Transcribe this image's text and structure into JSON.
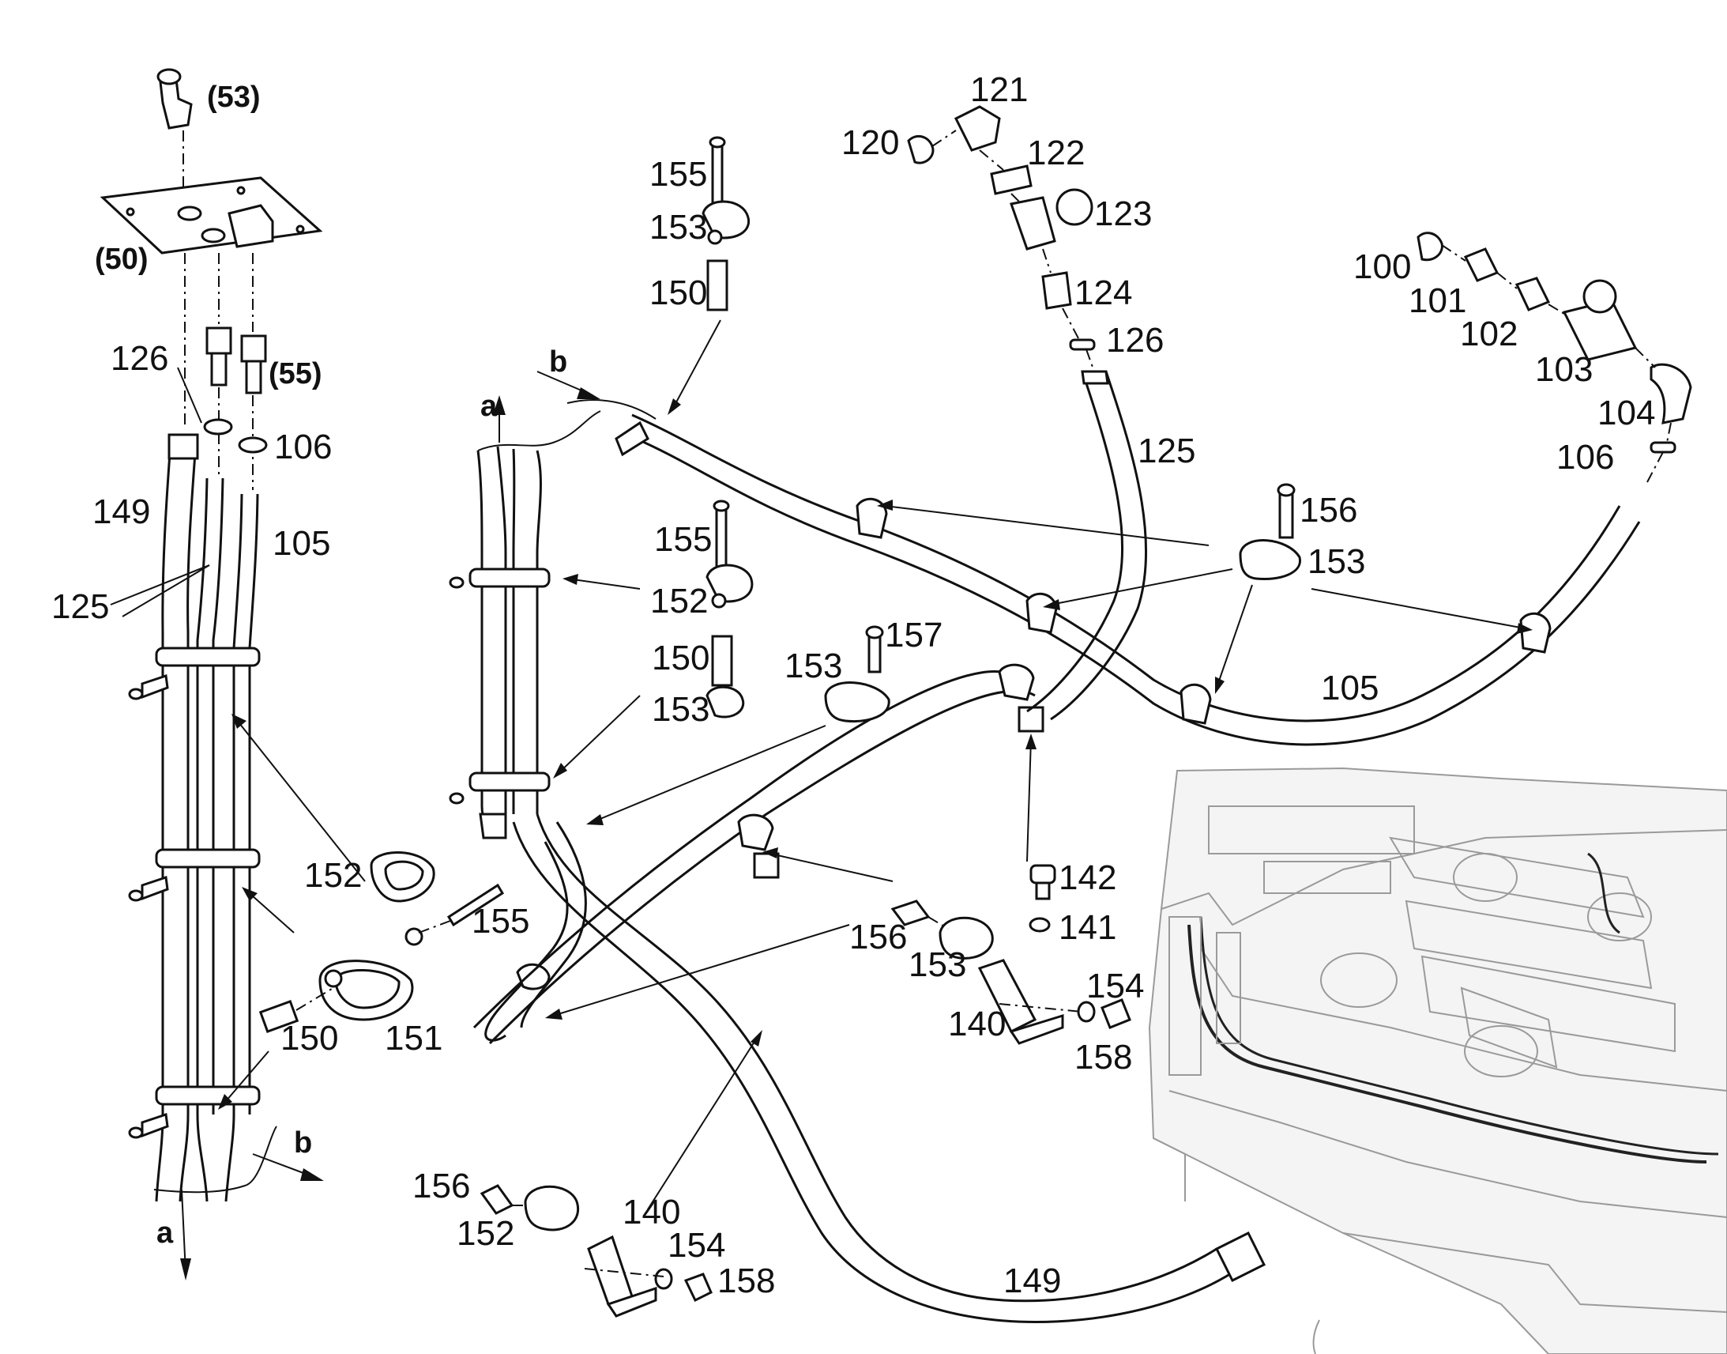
{
  "callouts": [
    {
      "id": "c53",
      "text": "(53)",
      "bold": true
    },
    {
      "id": "c50",
      "text": "(50)",
      "bold": true
    },
    {
      "id": "c55",
      "text": "(55)",
      "bold": true
    },
    {
      "id": "c126a",
      "text": "126"
    },
    {
      "id": "c106a",
      "text": "106"
    },
    {
      "id": "c149a",
      "text": "149"
    },
    {
      "id": "c105a",
      "text": "105"
    },
    {
      "id": "c125a",
      "text": "125"
    },
    {
      "id": "c152a",
      "text": "152"
    },
    {
      "id": "c155a",
      "text": "155"
    },
    {
      "id": "c150a",
      "text": "150"
    },
    {
      "id": "c151a",
      "text": "151"
    },
    {
      "id": "cba",
      "text": "b",
      "bold": true
    },
    {
      "id": "caa",
      "text": "a",
      "bold": true
    },
    {
      "id": "cbb",
      "text": "b",
      "bold": true
    },
    {
      "id": "cab",
      "text": "a",
      "bold": true
    },
    {
      "id": "c155b",
      "text": "155"
    },
    {
      "id": "c153b",
      "text": "153"
    },
    {
      "id": "c150b",
      "text": "150"
    },
    {
      "id": "c155c",
      "text": "155"
    },
    {
      "id": "c152c",
      "text": "152"
    },
    {
      "id": "c150c",
      "text": "150"
    },
    {
      "id": "c153c",
      "text": "153"
    },
    {
      "id": "c153d",
      "text": "153"
    },
    {
      "id": "c157",
      "text": "157"
    },
    {
      "id": "c121",
      "text": "121"
    },
    {
      "id": "c120",
      "text": "120"
    },
    {
      "id": "c122",
      "text": "122"
    },
    {
      "id": "c123",
      "text": "123"
    },
    {
      "id": "c124",
      "text": "124"
    },
    {
      "id": "c126b",
      "text": "126"
    },
    {
      "id": "c125b",
      "text": "125"
    },
    {
      "id": "c100",
      "text": "100"
    },
    {
      "id": "c101",
      "text": "101"
    },
    {
      "id": "c102",
      "text": "102"
    },
    {
      "id": "c103",
      "text": "103"
    },
    {
      "id": "c104",
      "text": "104"
    },
    {
      "id": "c106b",
      "text": "106"
    },
    {
      "id": "c156a",
      "text": "156"
    },
    {
      "id": "c153e",
      "text": "153"
    },
    {
      "id": "c105b",
      "text": "105"
    },
    {
      "id": "c142",
      "text": "142"
    },
    {
      "id": "c141",
      "text": "141"
    },
    {
      "id": "c156b",
      "text": "156"
    },
    {
      "id": "c153f",
      "text": "153"
    },
    {
      "id": "c154a",
      "text": "154"
    },
    {
      "id": "c140a",
      "text": "140"
    },
    {
      "id": "c158a",
      "text": "158"
    },
    {
      "id": "c156c",
      "text": "156"
    },
    {
      "id": "c152d",
      "text": "152"
    },
    {
      "id": "c140b",
      "text": "140"
    },
    {
      "id": "c154b",
      "text": "154"
    },
    {
      "id": "c158b",
      "text": "158"
    },
    {
      "id": "c149b",
      "text": "149"
    }
  ]
}
